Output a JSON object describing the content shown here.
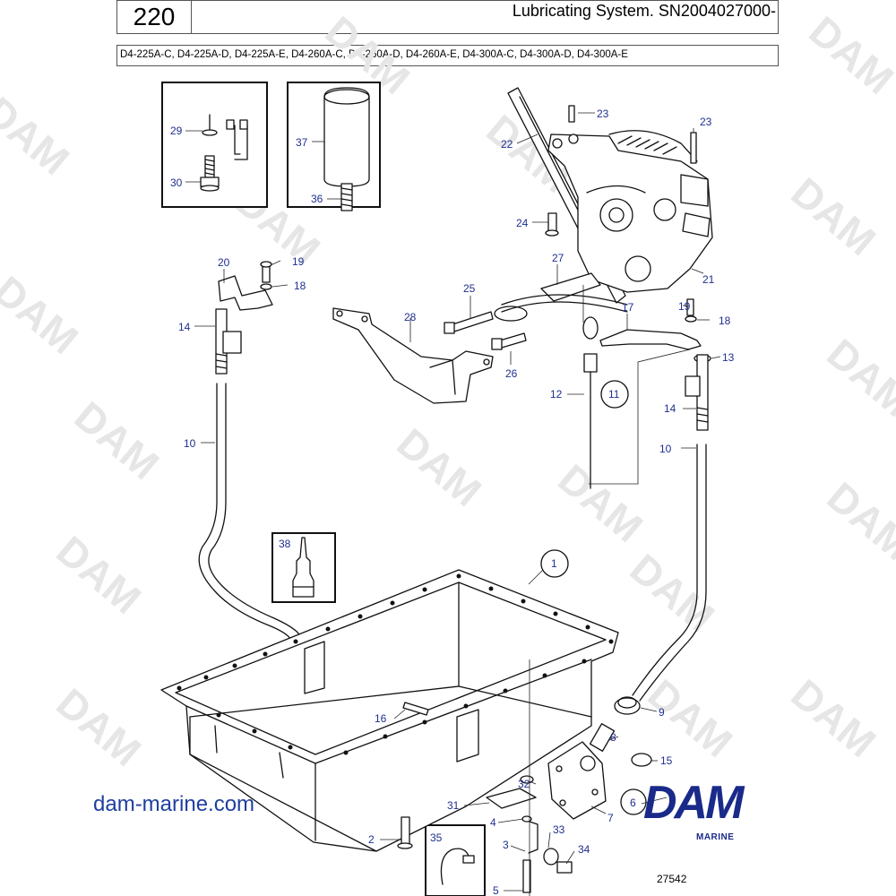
{
  "header": {
    "page_number": "220",
    "title": "Lubricating System. SN2004027000-",
    "models": "D4-225A-C, D4-225A-D, D4-225A-E, D4-260A-C, D4-260A-D, D4-260A-E, D4-300A-C, D4-300A-D, D4-300A-E"
  },
  "watermark": "DAM",
  "website": "dam-marine.com",
  "drawing_number": "27542",
  "logo": {
    "word": "DAM",
    "subtitle": "MARINE",
    "color": "#1a2a8a"
  },
  "callout_color": "#1f2f8f",
  "callouts": [
    {
      "id": "c29",
      "label": "29"
    },
    {
      "id": "c30",
      "label": "30"
    },
    {
      "id": "c37",
      "label": "37"
    },
    {
      "id": "c36",
      "label": "36"
    },
    {
      "id": "c23a",
      "label": "23"
    },
    {
      "id": "c23b",
      "label": "23"
    },
    {
      "id": "c22",
      "label": "22"
    },
    {
      "id": "c24",
      "label": "24"
    },
    {
      "id": "c21",
      "label": "21"
    },
    {
      "id": "c27",
      "label": "27"
    },
    {
      "id": "c25",
      "label": "25"
    },
    {
      "id": "c28",
      "label": "28"
    },
    {
      "id": "c26",
      "label": "26"
    },
    {
      "id": "c20",
      "label": "20"
    },
    {
      "id": "c19a",
      "label": "19"
    },
    {
      "id": "c18a",
      "label": "18"
    },
    {
      "id": "c14a",
      "label": "14"
    },
    {
      "id": "c10a",
      "label": "10"
    },
    {
      "id": "c17",
      "label": "17"
    },
    {
      "id": "c19b",
      "label": "19"
    },
    {
      "id": "c18b",
      "label": "18"
    },
    {
      "id": "c13",
      "label": "13"
    },
    {
      "id": "c12",
      "label": "12"
    },
    {
      "id": "c11",
      "label": "11"
    },
    {
      "id": "c14b",
      "label": "14"
    },
    {
      "id": "c10b",
      "label": "10"
    },
    {
      "id": "c38",
      "label": "38"
    },
    {
      "id": "c1",
      "label": "1"
    },
    {
      "id": "c9",
      "label": "9"
    },
    {
      "id": "c16",
      "label": "16"
    },
    {
      "id": "c8",
      "label": "8"
    },
    {
      "id": "c15",
      "label": "15"
    },
    {
      "id": "c32",
      "label": "32"
    },
    {
      "id": "c31",
      "label": "31"
    },
    {
      "id": "c7",
      "label": "7"
    },
    {
      "id": "c6",
      "label": "6"
    },
    {
      "id": "c4",
      "label": "4"
    },
    {
      "id": "c33",
      "label": "33"
    },
    {
      "id": "c2",
      "label": "2"
    },
    {
      "id": "c35",
      "label": "35"
    },
    {
      "id": "c3",
      "label": "3"
    },
    {
      "id": "c34",
      "label": "34"
    },
    {
      "id": "c5",
      "label": "5"
    }
  ]
}
